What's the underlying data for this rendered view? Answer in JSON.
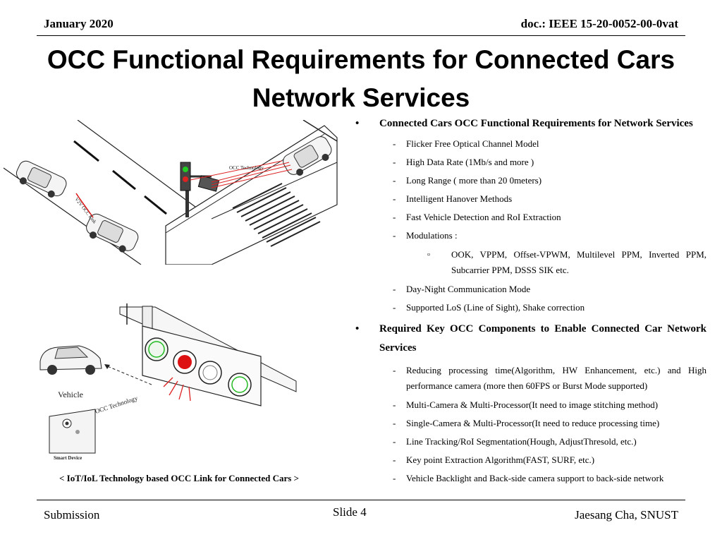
{
  "header": {
    "date": "January 2020",
    "doc": "doc.: IEEE 15-20-0052-00-0vat"
  },
  "title": {
    "line1": "OCC Functional Requirements for Connected Cars",
    "line2": "Network Services"
  },
  "figure_top": {
    "label_occ_technology": "OCC Technology",
    "label_occ_link": "V2V OCC Link"
  },
  "figure_bottom": {
    "label_vehicle": "Vehicle",
    "label_occ_technology": "OCC Technology",
    "label_smart_device": "Smart Device"
  },
  "caption": "< IoT/IoL Technology based OCC Link for Connected Cars >",
  "sections": [
    {
      "bullet": "•",
      "heading": "Connected Cars OCC Functional Requirements for Network Services",
      "items": [
        "Flicker Free Optical Channel Model",
        "High Data Rate (1Mb/s and more )",
        "Long Range ( more than 20 0meters)",
        "Intelligent  Hanover Methods",
        " Fast Vehicle Detection and RoI Extraction",
        "Modulations :"
      ],
      "sub_marker": "▫",
      "sub_item": "OOK, VPPM, Offset-VPWM, Multilevel PPM, Inverted PPM, Subcarrier PPM, DSSS SIK etc.",
      "items_after": [
        "Day-Night Communication Mode",
        "Supported LoS (Line of Sight), Shake correction"
      ]
    },
    {
      "bullet": "•",
      "heading": "Required Key OCC Components to Enable Connected Car Network Services",
      "items": [
        "Reducing processing time(Algorithm, HW Enhancement, etc.) and High performance camera (more then 60FPS or Burst Mode supported)",
        "Multi-Camera & Multi-Processor(It need to image stitching method)",
        "Single-Camera & Multi-Processor(It need to reduce processing time)",
        "Line Tracking/RoI Segmentation(Hough, AdjustThresold, etc.)",
        "Key point Extraction Algorithm(FAST, SURF, etc.)",
        "Vehicle Backlight and Back-side camera support to back-side network"
      ]
    }
  ],
  "dash": "-",
  "footer": {
    "left": "Submission",
    "center": "Slide 4",
    "right": "Jaesang Cha, SNUST"
  }
}
